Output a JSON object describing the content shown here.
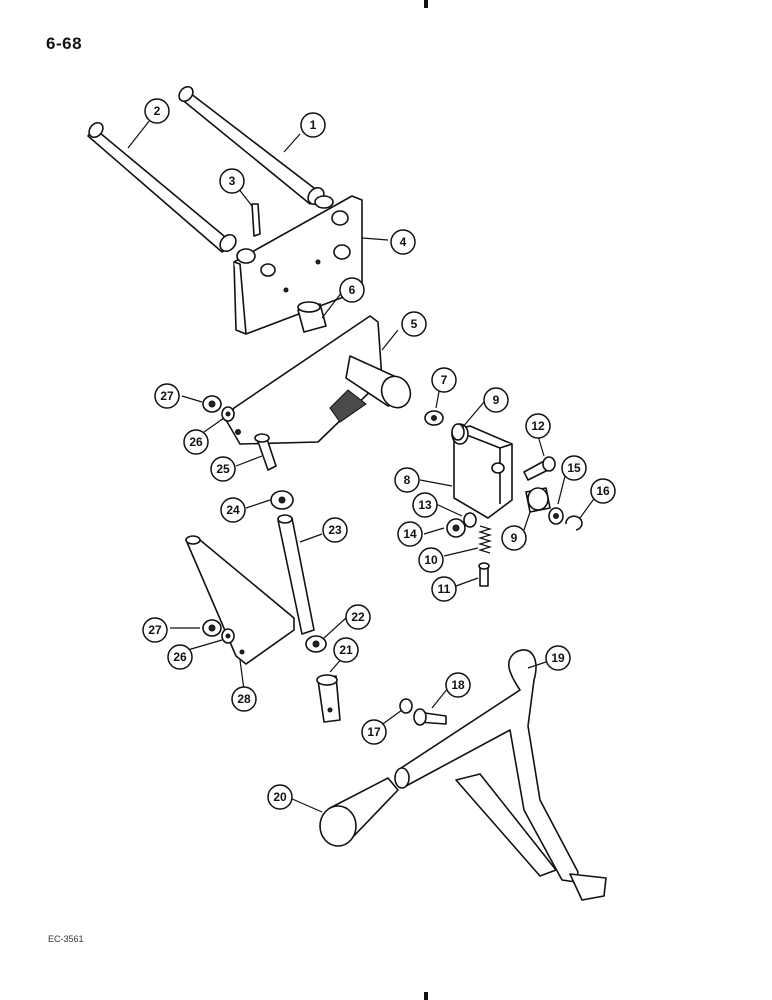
{
  "page": {
    "number": "6-68",
    "reference_code": "EC-3561"
  },
  "callouts": [
    {
      "label": "1"
    },
    {
      "label": "2"
    },
    {
      "label": "3"
    },
    {
      "label": "4"
    },
    {
      "label": "5"
    },
    {
      "label": "6"
    },
    {
      "label": "7"
    },
    {
      "label": "9"
    },
    {
      "label": "27"
    },
    {
      "label": "26"
    },
    {
      "label": "12"
    },
    {
      "label": "8"
    },
    {
      "label": "15"
    },
    {
      "label": "16"
    },
    {
      "label": "25"
    },
    {
      "label": "13"
    },
    {
      "label": "24"
    },
    {
      "label": "23"
    },
    {
      "label": "14"
    },
    {
      "label": "9"
    },
    {
      "label": "10"
    },
    {
      "label": "11"
    },
    {
      "label": "27"
    },
    {
      "label": "22"
    },
    {
      "label": "26"
    },
    {
      "label": "21"
    },
    {
      "label": "19"
    },
    {
      "label": "28"
    },
    {
      "label": "18"
    },
    {
      "label": "17"
    },
    {
      "label": "20"
    }
  ]
}
